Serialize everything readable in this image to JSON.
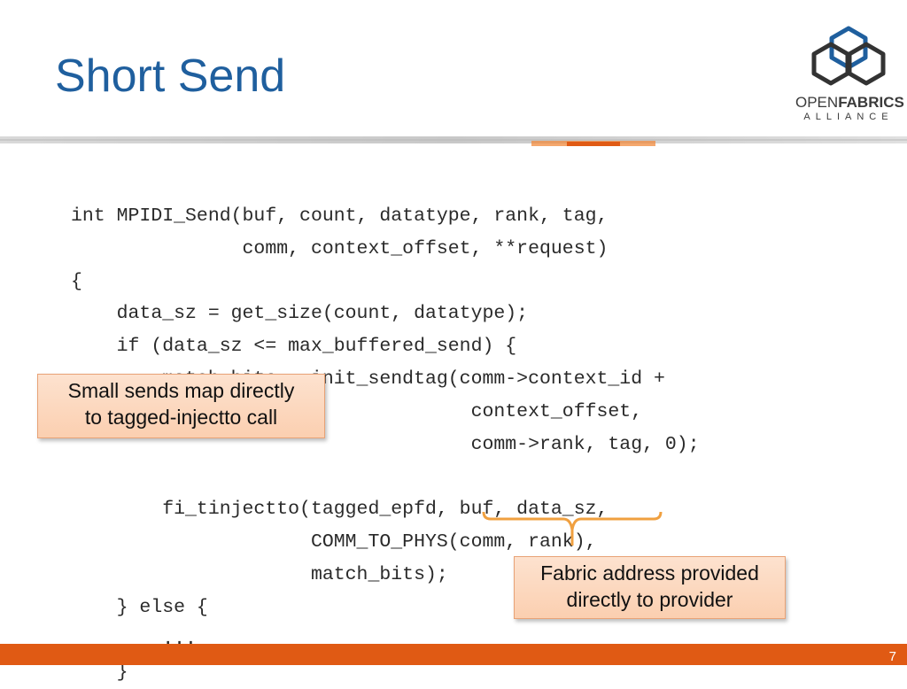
{
  "slide": {
    "title": "Short Send",
    "page_number": "7"
  },
  "logo": {
    "name_light": "OPEN",
    "name_bold": "FABRICS",
    "subtitle": "ALLIANCE"
  },
  "code_lines": [
    "int MPIDI_Send(buf, count, datatype, rank, tag,",
    "               comm, context_offset, **request)",
    "{",
    "    data_sz = get_size(count, datatype);",
    "    if (data_sz <= max_buffered_send) {",
    "        match_bits = init_sendtag(comm->context_id +",
    "                                   context_offset,",
    "                                   comm->rank, tag, 0);",
    "",
    "        fi_tinjectto(tagged_epfd, buf, data_sz,",
    "                     COMM_TO_PHYS(comm, rank),",
    "                     match_bits);",
    "    } else {",
    "        ...",
    "    }"
  ],
  "callouts": {
    "small_sends": {
      "line1": "Small sends map directly",
      "line2": "to tagged-injectto call"
    },
    "fabric_address": {
      "line1": "Fabric address provided",
      "line2": "directly to provider"
    }
  },
  "colors": {
    "title": "#1f5f9e",
    "accent": "#e05a14",
    "callout_fill": "#fbd4b8",
    "logo_blue": "#1f5f9e",
    "logo_dark": "#333333"
  }
}
